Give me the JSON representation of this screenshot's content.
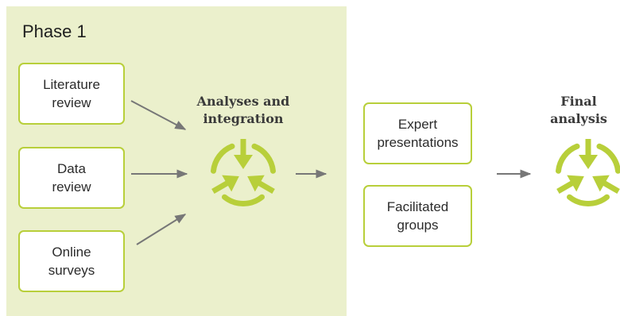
{
  "phase": {
    "title": "Phase 1"
  },
  "inputs": [
    {
      "label": "Literature\nreview"
    },
    {
      "label": "Data\nreview"
    },
    {
      "label": "Online\nsurveys"
    }
  ],
  "integration": {
    "label": "Analyses and\nintegration",
    "icon": "converge-icon"
  },
  "phase2": [
    {
      "label": "Expert\npresentations"
    },
    {
      "label": "Facilitated\ngroups"
    }
  ],
  "final": {
    "label": "Final\nanalysis",
    "icon": "converge-icon"
  },
  "colors": {
    "accent": "#b8cf3a",
    "panel": "#ebf0cc",
    "arrow": "#777777"
  }
}
